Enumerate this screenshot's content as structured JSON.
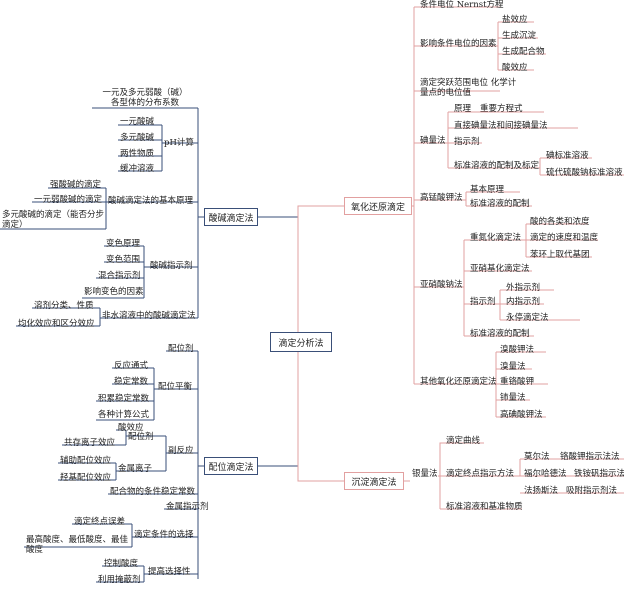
{
  "colors": {
    "blue": "#3a4f78",
    "red": "#e2a0a0"
  },
  "center": "滴定分析法",
  "acid": {
    "title": "酸碱滴定法",
    "dist": "一元及多元弱酸（碱）\n各型体的分布系数",
    "ph": "pH计算",
    "ph_items": [
      "一元酸碱",
      "多元酸碱",
      "两性物质",
      "缓冲溶液"
    ],
    "basic": "酸碱滴定法的基本原理",
    "basic_items": [
      "强酸碱的滴定",
      "一元弱酸碱的滴定",
      "多元酸碱的滴定（能否分步\n滴定）"
    ],
    "ind": "酸碱指示剂",
    "ind_items": [
      "变色原理",
      "变色范围",
      "混合指示剂",
      "影响变色的因素"
    ],
    "nonaq": "非水溶液中的酸碱滴定法",
    "nonaq_items": [
      "溶剂分类、性质",
      "均化效应和区分效应"
    ]
  },
  "coord": {
    "title": "配位滴定法",
    "agent": "配位剂",
    "eq": "配位平衡",
    "eq_items": [
      "反应通式",
      "稳定常数",
      "积累稳定常数",
      "各种计算公式"
    ],
    "side": "副反应",
    "side_a": "配位剂",
    "side_a_items": [
      "酸效应",
      "共存离子效应"
    ],
    "side_m": "金属离子",
    "side_m_items": [
      "辅助配位效应",
      "羟基配位效应"
    ],
    "cond": "配合物的条件稳定常数",
    "metal_ind": "金属指示剂",
    "sel": "滴定条件的选择",
    "sel_items": [
      "滴定终点误差",
      "最高酸度、最低酸度、最佳\n酸度"
    ],
    "improve": "提高选择性",
    "improve_items": [
      "控制酸度",
      "利用掩蔽剂"
    ]
  },
  "redox": {
    "title": "氧化还原滴定",
    "cond_pot": "条件电位 Nernst方程",
    "factors": "影响条件电位的因素",
    "factor_items": [
      "盐效应",
      "生成沉淀",
      "生成配合物",
      "酸效应"
    ],
    "jump": "滴定突跃范围电位 化学计\n量点的电位值",
    "iodo": "碘量法",
    "iodo_principle": "原理",
    "iodo_eq": "重要方程式",
    "iodo_method": "直接碘量法和间接碘量法",
    "iodo_ind": "指示剂",
    "iodo_std": "标准溶液的配制及标定",
    "iodo_std_items": [
      "碘标准溶液",
      "硫代硫酸钠标准溶液"
    ],
    "kmno4": "高锰酸钾法",
    "kmno4_items": [
      "基本原理",
      "标准溶液的配制"
    ],
    "nitrite": "亚硝酸钠法",
    "diazo": "重氮化滴定法",
    "diazo_items": [
      "酸的各类和浓度",
      "滴定的速度和温度",
      "苯环上取代基团"
    ],
    "nitroso": "亚硝基化滴定法",
    "ind": "指示剂",
    "ind_items": [
      "外指示剂",
      "内指示剂",
      "永停滴定法"
    ],
    "std": "标准溶液的配制",
    "other": "其他氧化还原滴定法",
    "other_items": [
      "溴酸钾法",
      "溴量法",
      "重铬酸钾",
      "铈量法",
      "高碘酸钾法"
    ]
  },
  "precip": {
    "title": "沉淀滴定法",
    "silver": "银量法",
    "curve": "滴定曲线",
    "endpoint": "滴定终点指示方法",
    "methods": [
      {
        "name": "莫尔法",
        "detail": "铬酸钾指示法法"
      },
      {
        "name": "福尔哈德法",
        "detail": "铁铵矾指示法"
      },
      {
        "name": "法扬斯法",
        "detail": "吸附指示剂法"
      }
    ],
    "std": "标准溶液和基准物质"
  }
}
